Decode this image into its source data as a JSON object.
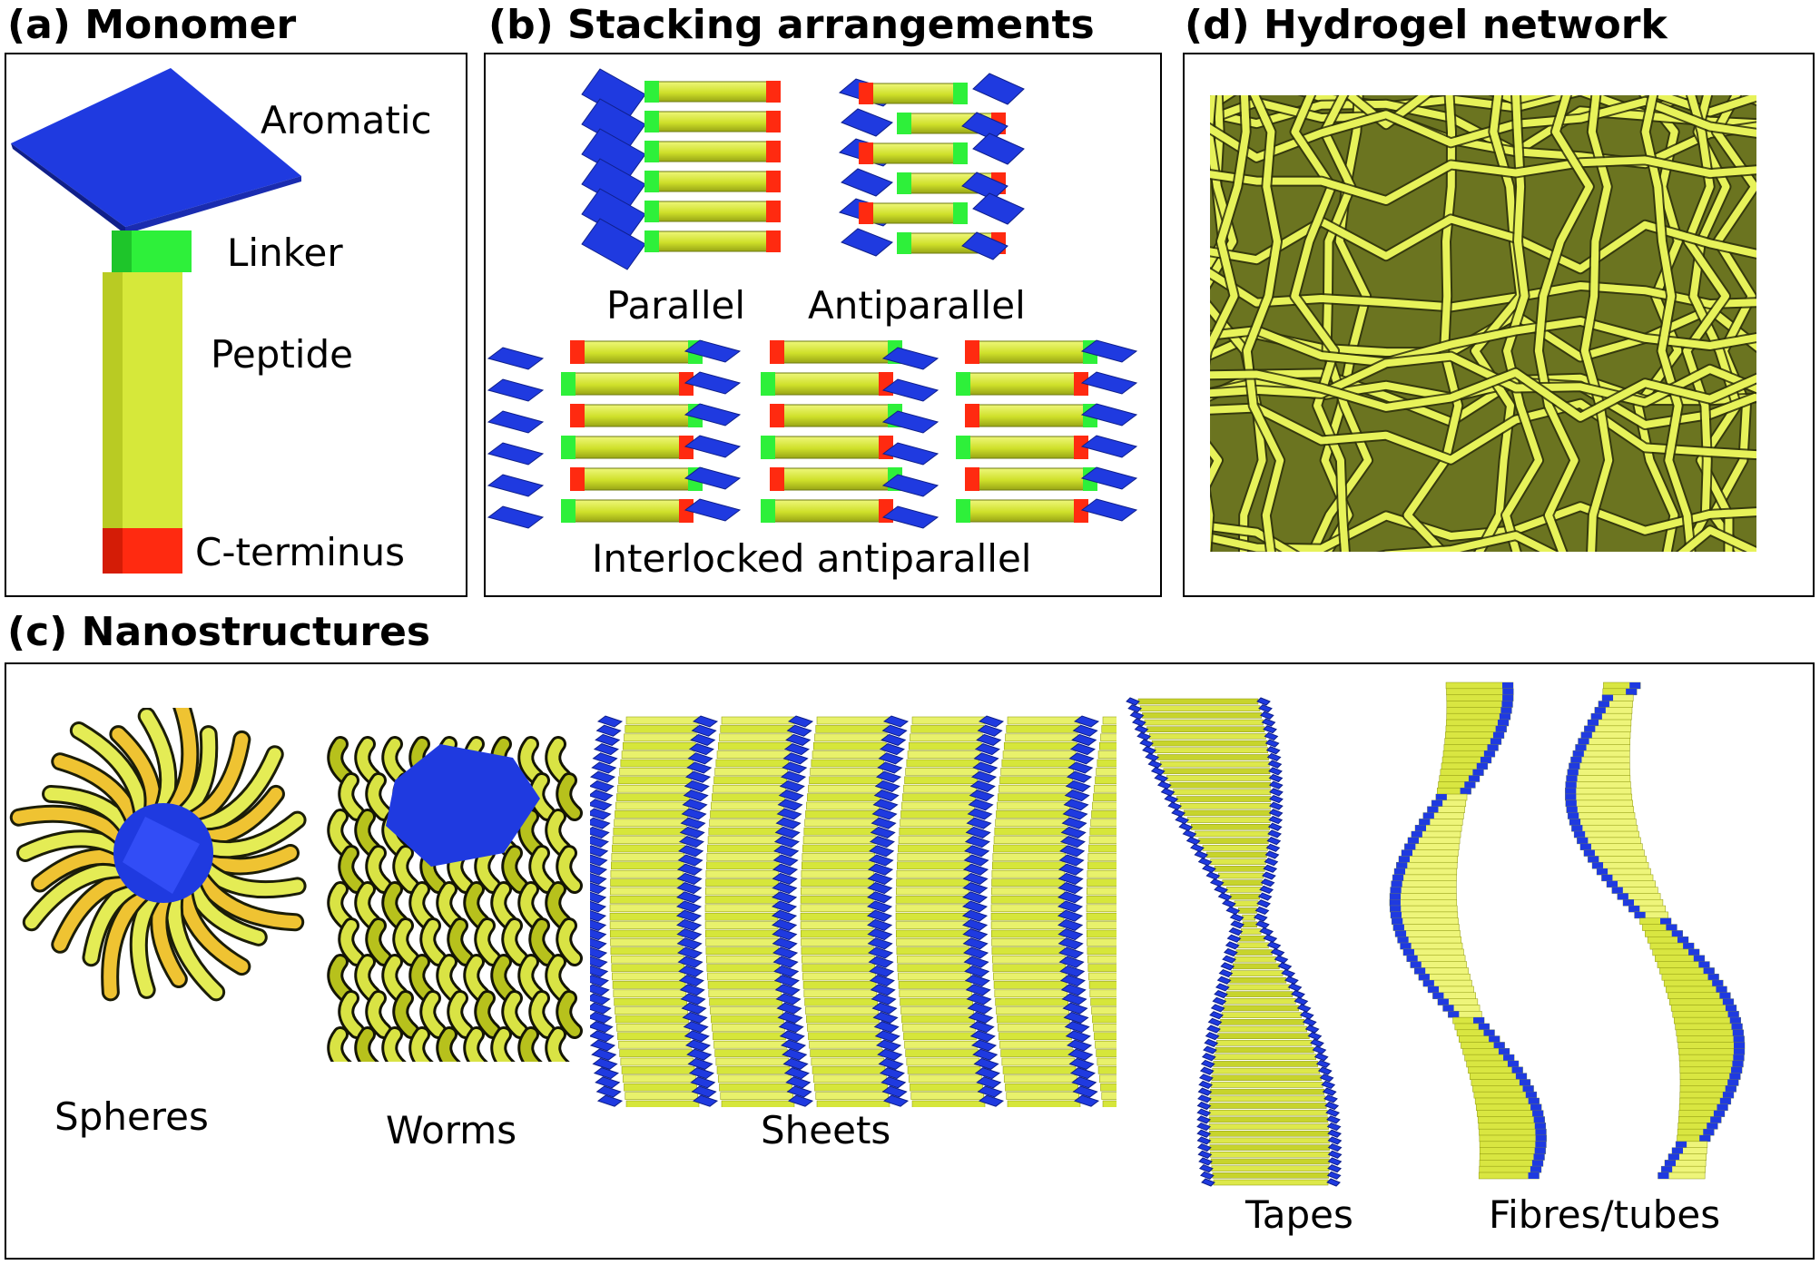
{
  "panels": {
    "monomer": {
      "heading": "(a) Monomer",
      "labels": {
        "aromatic": "Aromatic",
        "linker": "Linker",
        "peptide": "Peptide",
        "cterminus": "C-terminus"
      }
    },
    "stacking": {
      "heading": "(b) Stacking arrangements",
      "labels": {
        "parallel": "Parallel",
        "antiparallel": "Antiparallel",
        "interlocked": "Interlocked antiparallel"
      }
    },
    "hydrogel": {
      "heading": "(d) Hydrogel network"
    },
    "nano": {
      "heading": "(c) Nanostructures",
      "labels": {
        "spheres": "Spheres",
        "worms": "Worms",
        "sheets": "Sheets",
        "tapes": "Tapes",
        "fibres": "Fibres/tubes"
      }
    }
  },
  "colors": {
    "aromatic": "#1f3ae0",
    "linker": "#2ef03a",
    "peptide": "#d6e83a",
    "peptide_dark": "#8f9a12",
    "cterminus": "#ff2a10",
    "network": "#e7f25a",
    "network_shadow": "#2b2f0a"
  }
}
